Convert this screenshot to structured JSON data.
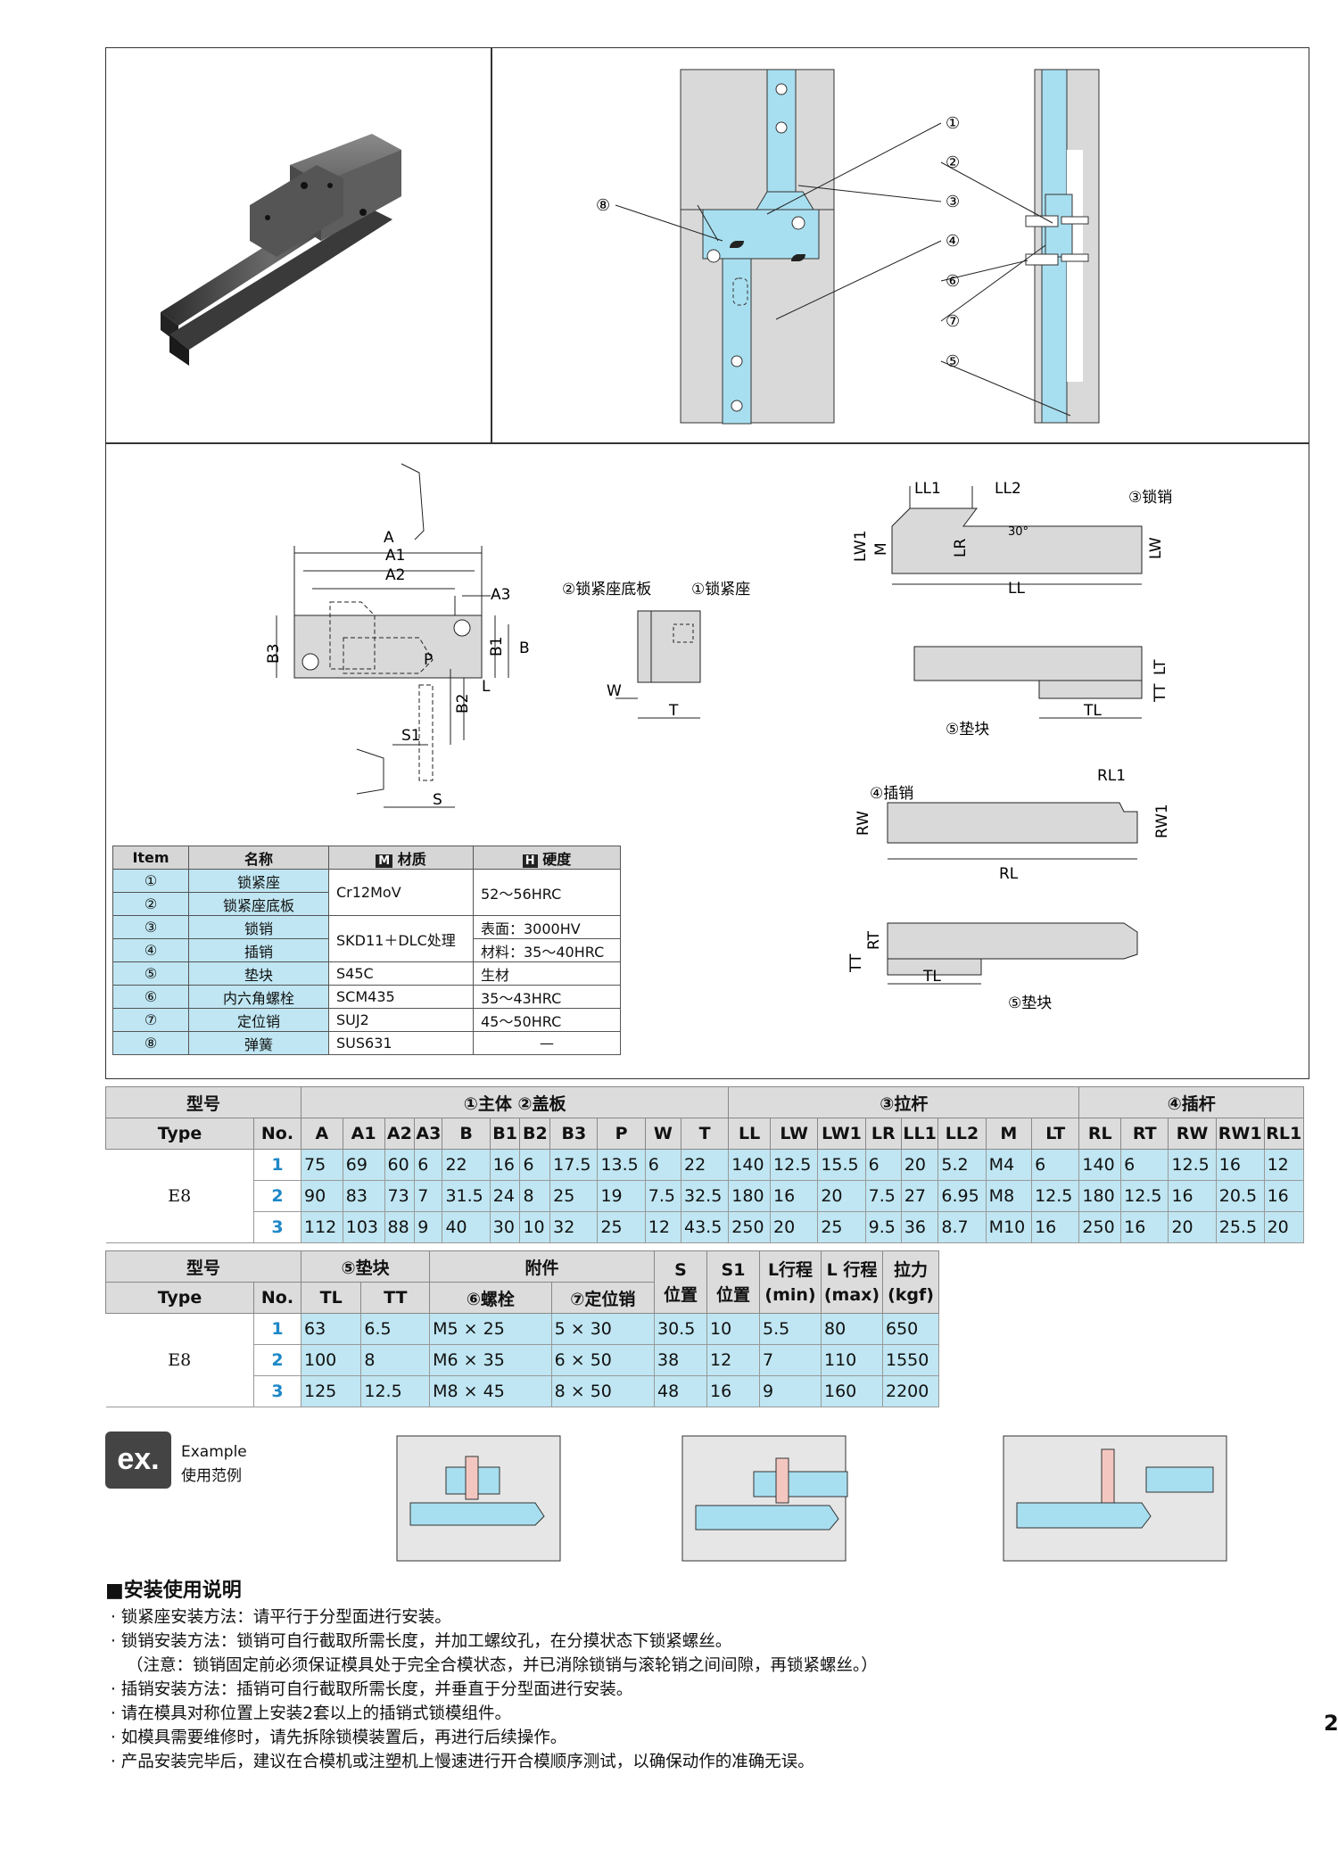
{
  "photo_alt": "lock product",
  "top_diagram": {
    "labels": [
      "①",
      "②",
      "③",
      "④",
      "⑥",
      "⑦",
      "⑤",
      "⑧"
    ]
  },
  "drawing_left": {
    "labels": {
      "A": "A",
      "A1": "A1",
      "A2": "A2",
      "A3": "A3",
      "B": "B",
      "B1": "B1",
      "B2": "B2",
      "B3": "B3",
      "L": "L",
      "P": "P",
      "S": "S",
      "S1": "S1",
      "W": "W",
      "T": "T"
    },
    "plate_label": "②锁紧座底板",
    "seat_label": "①锁紧座"
  },
  "drawing_right": {
    "lock_pin": "③锁销",
    "spacer": "⑤垫块",
    "spacer2": "⑤垫块",
    "insert_pin": "④插销",
    "dims": {
      "LL1": "LL1",
      "LL2": "LL2",
      "LW1": "LW1",
      "M": "M",
      "LR": "LR",
      "LW": "LW",
      "LL": "LL",
      "angle": "30°",
      "LT": "LT",
      "TT": "TT",
      "TL": "TL",
      "RL1": "RL1",
      "RW": "RW",
      "RW1": "RW1",
      "RL": "RL",
      "RT": "RT",
      "TT2": "TT",
      "TL2": "TL"
    }
  },
  "legend": {
    "headers": {
      "item": "Item",
      "name": "名称",
      "material": "材质",
      "hardness": "硬度",
      "m_icon": "M",
      "h_icon": "H"
    },
    "rows": [
      {
        "no": "①",
        "name": "锁紧座",
        "material": "Cr12MoV",
        "hardness": "52～56HRC"
      },
      {
        "no": "②",
        "name": "锁紧座底板",
        "material": "",
        "hardness": ""
      },
      {
        "no": "③",
        "name": "锁销",
        "material": "SKD11＋DLC处理",
        "hardness": "表面：3000HV"
      },
      {
        "no": "④",
        "name": "插销",
        "material": "",
        "hardness": "材料：35～40HRC"
      },
      {
        "no": "⑤",
        "name": "垫块",
        "material": "S45C",
        "hardness": "生材"
      },
      {
        "no": "⑥",
        "name": "内六角螺栓",
        "material": "SCM435",
        "hardness": "35～43HRC"
      },
      {
        "no": "⑦",
        "name": "定位销",
        "material": "SUJ2",
        "hardness": "45～50HRC"
      },
      {
        "no": "⑧",
        "name": "弹簧",
        "material": "SUS631",
        "hardness": "—"
      }
    ]
  },
  "spec1": {
    "h_model": "型号",
    "h_type": "Type",
    "h_no": "No.",
    "g1": "①主体 ②盖板",
    "g2": "③拉杆",
    "g3": "④插杆",
    "cols": [
      "A",
      "A1",
      "A2",
      "A3",
      "B",
      "B1",
      "B2",
      "B3",
      "P",
      "W",
      "T",
      "LL",
      "LW",
      "LW1",
      "LR",
      "LL1",
      "LL2",
      "M",
      "LT",
      "RL",
      "RT",
      "RW",
      "RW1",
      "RL1"
    ],
    "type": "E8",
    "rows": [
      {
        "no": "1",
        "v": [
          "75",
          "69",
          "60",
          "6",
          "22",
          "16",
          "6",
          "17.5",
          "13.5",
          "6",
          "22",
          "140",
          "12.5",
          "15.5",
          "6",
          "20",
          "5.2",
          "M4",
          "6",
          "140",
          "6",
          "12.5",
          "16",
          "12"
        ]
      },
      {
        "no": "2",
        "v": [
          "90",
          "83",
          "73",
          "7",
          "31.5",
          "24",
          "8",
          "25",
          "19",
          "7.5",
          "32.5",
          "180",
          "16",
          "20",
          "7.5",
          "27",
          "6.95",
          "M8",
          "12.5",
          "180",
          "12.5",
          "16",
          "20.5",
          "16"
        ]
      },
      {
        "no": "3",
        "v": [
          "112",
          "103",
          "88",
          "9",
          "40",
          "30",
          "10",
          "32",
          "25",
          "12",
          "43.5",
          "250",
          "20",
          "25",
          "9.5",
          "36",
          "8.7",
          "M10",
          "16",
          "250",
          "16",
          "20",
          "25.5",
          "20"
        ]
      }
    ]
  },
  "spec2": {
    "h_model": "型号",
    "h_type": "Type",
    "h_no": "No.",
    "g1": "⑤垫块",
    "g2": "附件",
    "s_top": "S",
    "s_bot": "位置",
    "s1_top": "S1",
    "s1_bot": "位置",
    "lmin_top": "L行程",
    "lmin_bot": "(min)",
    "lmax_top": "L 行程",
    "lmax_bot": "(max)",
    "f_top": "拉力",
    "f_bot": "(kgf)",
    "cols": [
      "TL",
      "TT",
      "⑥螺栓",
      "⑦定位销"
    ],
    "type": "E8",
    "rows": [
      {
        "no": "1",
        "v": [
          "63",
          "6.5",
          "M5 × 25",
          "5 × 30",
          "30.5",
          "10",
          "5.5",
          "80",
          "650"
        ]
      },
      {
        "no": "2",
        "v": [
          "100",
          "8",
          "M6 × 35",
          "6 × 50",
          "38",
          "12",
          "7",
          "110",
          "1550"
        ]
      },
      {
        "no": "3",
        "v": [
          "125",
          "12.5",
          "M8 × 45",
          "8 × 50",
          "48",
          "16",
          "9",
          "160",
          "2200"
        ]
      }
    ]
  },
  "example": {
    "badge": "ex.",
    "en": "Example",
    "zh": "使用范例"
  },
  "install": {
    "title": "■安装使用说明",
    "lines": [
      "· 锁紧座安装方法：请平行于分型面进行安装。",
      "· 锁销安装方法：锁销可自行截取所需长度，并加工螺纹孔，在分摸状态下锁紧螺丝。",
      "（注意：锁销固定前必须保证模具处于完全合模状态，并已消除锁销与滚轮销之间间隙，再锁紧螺丝。）",
      "· 插销安装方法：插销可自行截取所需长度，并垂直于分型面进行安装。",
      "· 请在模具对称位置上安装2套以上的插销式锁模组件。",
      "· 如模具需要维修时，请先拆除锁模装置后，再进行后续操作。",
      "· 产品安装完毕后，建议在合模机或注塑机上慢速进行开合模顺序测试，以确保动作的准确无误。"
    ]
  },
  "page_no": "2",
  "colors": {
    "cyan": "#a8dff0",
    "light_cyan": "#bfe6f2",
    "gray": "#d6d6d6",
    "pink": "#f3c7c0"
  }
}
